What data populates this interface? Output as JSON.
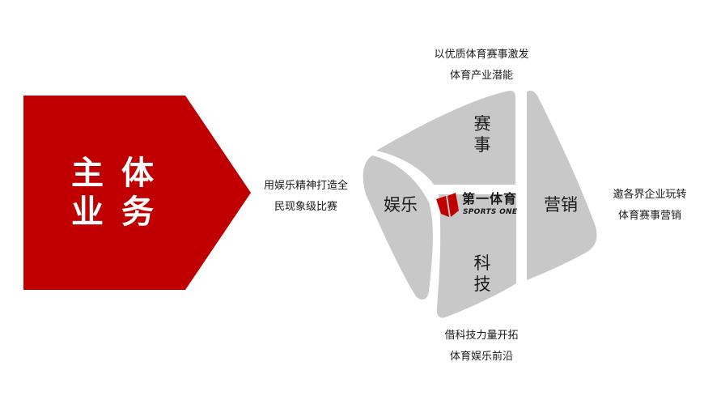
{
  "banner": {
    "chars": [
      "主",
      "体",
      "业",
      "务"
    ],
    "color": "#c00000"
  },
  "diagram": {
    "segment_color": "#c8c8c8",
    "segments": {
      "top": "赛事",
      "left": "娱乐",
      "right": "营销",
      "bottom": "科技"
    },
    "captions": {
      "top": [
        "以优质体育赛事激发",
        "体育产业潜能"
      ],
      "left": [
        "用娱乐精神打造全",
        "民现象级比赛"
      ],
      "right": [
        "邀各界企业玩转",
        "体育赛事营销"
      ],
      "bottom": [
        "借科技力量开拓",
        "体育娱乐前沿"
      ]
    }
  },
  "logo": {
    "name_cn": "第一体育",
    "name_en": "SPORTS ONE",
    "color": "#c00000"
  }
}
